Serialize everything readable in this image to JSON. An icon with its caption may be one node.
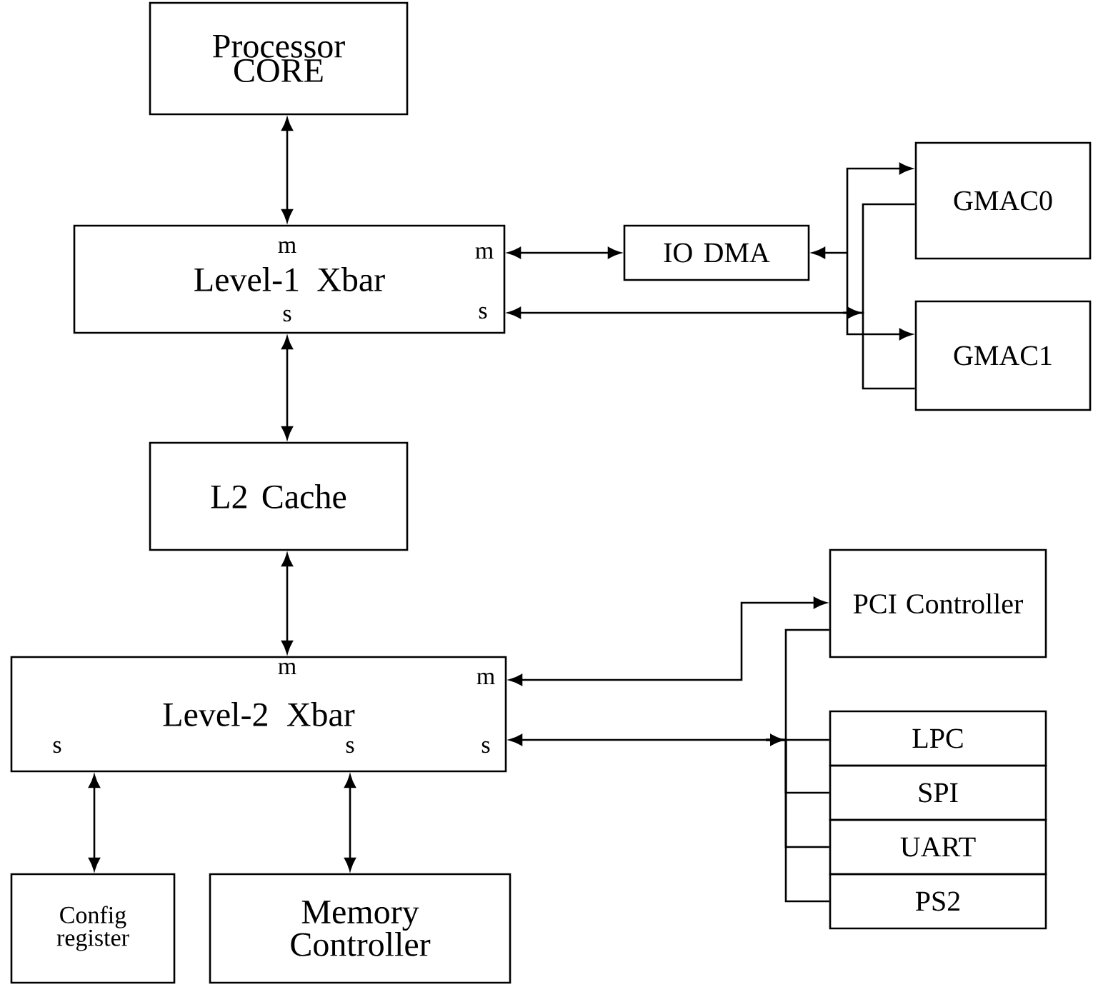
{
  "diagram": {
    "nodes": [
      {
        "text": [
          "Processor CORE"
        ]
      },
      {
        "text": [
          "m",
          "m",
          "Level-1 Xbar",
          "s",
          "s"
        ]
      },
      {
        "text": [
          "IO DMA"
        ]
      },
      {
        "text": [
          "GMAC0"
        ]
      },
      {
        "text": [
          "GMAC1"
        ]
      },
      {
        "text": [
          "L2 Cache"
        ]
      },
      {
        "text": [
          "PCI Controller"
        ]
      },
      {
        "text": [
          "m",
          "m",
          "Level-2 Xbar",
          "s",
          "s",
          "s"
        ]
      },
      {
        "text": [
          "LPC"
        ]
      },
      {
        "text": [
          "SPI"
        ]
      },
      {
        "text": [
          "UART"
        ]
      },
      {
        "text": [
          "PS2"
        ]
      },
      {
        "text": [
          "Config register"
        ]
      },
      {
        "text": [
          "Memory Controller"
        ]
      }
    ],
    "edges": [
      {
        "from": 0,
        "to": 1,
        "arrow": "both"
      },
      {
        "from": 1,
        "to": 2,
        "arrow": "both"
      },
      {
        "from": 2,
        "to": 3,
        "arrow": "both"
      },
      {
        "from": 2,
        "to": 4,
        "arrow": "both"
      },
      {
        "from": 3,
        "to": 1,
        "arrow": "to"
      },
      {
        "from": 4,
        "to": 1,
        "arrow": "to"
      },
      {
        "from": 1,
        "to": 5,
        "arrow": "both"
      },
      {
        "from": 5,
        "to": 7,
        "arrow": "both"
      },
      {
        "from": 7,
        "to": 6,
        "arrow": "both"
      },
      {
        "from": 6,
        "to": 7,
        "arrow": "to"
      },
      {
        "from": 8,
        "to": 7,
        "arrow": "to"
      },
      {
        "from": 9,
        "to": 7,
        "arrow": "to"
      },
      {
        "from": 10,
        "to": 7,
        "arrow": "to"
      },
      {
        "from": 11,
        "to": 7,
        "arrow": "to"
      },
      {
        "from": 7,
        "to": 12,
        "arrow": "both"
      },
      {
        "from": 7,
        "to": 13,
        "arrow": "both"
      }
    ]
  }
}
